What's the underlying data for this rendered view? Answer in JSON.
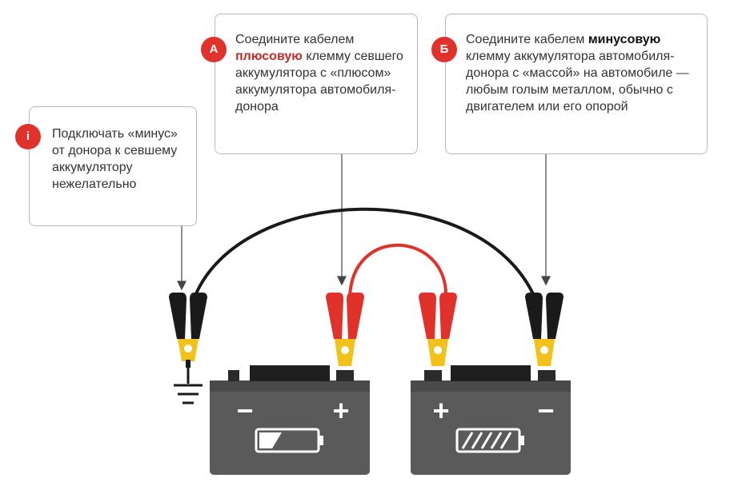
{
  "callouts": {
    "info": {
      "badge": "i",
      "text": "Подключать «минус» от донора к севшему аккумулятору нежелательно"
    },
    "a": {
      "badge": "А",
      "pre": "Соедините кабелем ",
      "highlight": "плюсовую",
      "post": " клемму севшего аккумулятора с «плюсом» аккумулятора автомобиля-донора"
    },
    "b": {
      "badge": "Б",
      "pre": "Соедините кабелем ",
      "highlight": "минусовую",
      "post": " клемму аккумулятора автомобиля-донора с «массой» на автомобиле — любым голым металлом, обычно с двигателем или его опорой"
    }
  },
  "batteries": {
    "left": {
      "left_sign": "−",
      "right_sign": "+"
    },
    "right": {
      "left_sign": "+",
      "right_sign": "−"
    }
  },
  "colors": {
    "accent": "#e0312b",
    "battery": "#5a5a5a",
    "clamp_red": "#e0312b",
    "clamp_black": "#1a1a1a",
    "clamp_jaw": "#f2c21b"
  }
}
